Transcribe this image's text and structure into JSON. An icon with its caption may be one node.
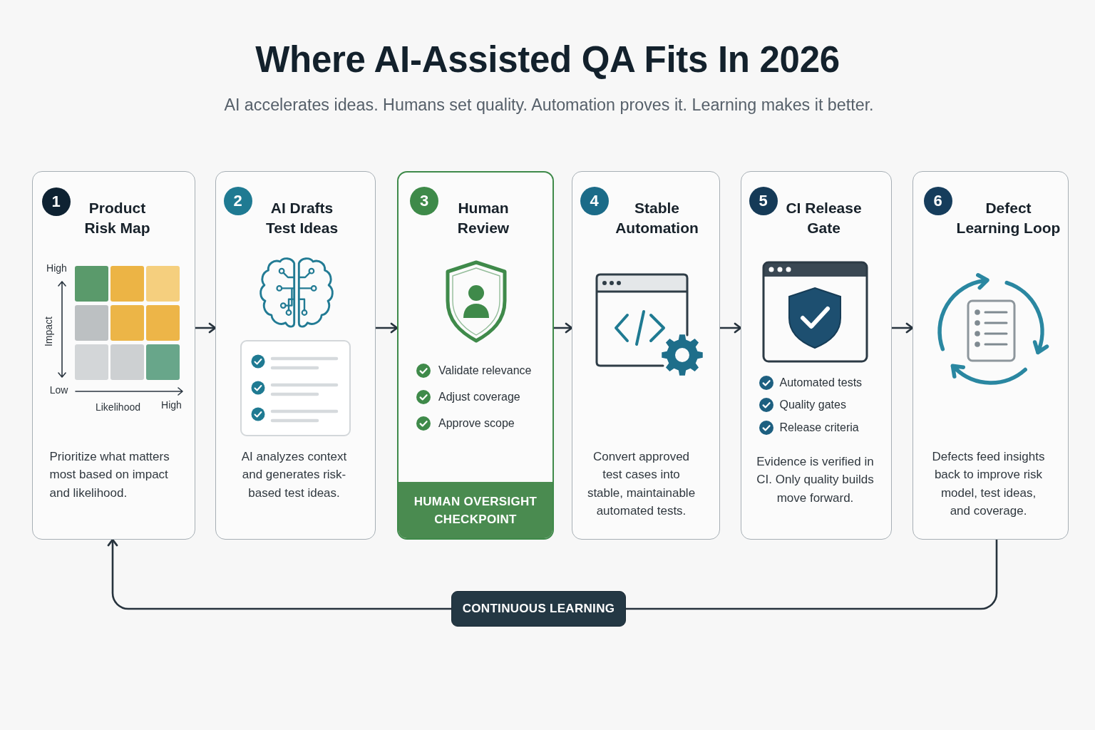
{
  "diagram": {
    "title": "Where AI-Assisted QA Fits In 2026",
    "nodes": [
      {
        "text": [
          "Product Risk Map",
          "High",
          "Impact",
          "Low",
          "Likelihood",
          "High",
          "Prioritize what matters most based on impact and likelihood."
        ]
      },
      {
        "text": [
          "1"
        ],
        "in": 0
      },
      {
        "text": [
          "AI Drafts Test Ideas",
          "AI analyzes context and generates risk-based test ideas."
        ]
      },
      {
        "text": [
          "2"
        ],
        "in": 2
      },
      {
        "text": [
          "Human Review",
          "Validate relevance",
          "Adjust coverage",
          "Approve scope"
        ]
      },
      {
        "text": [
          "3"
        ],
        "in": 4
      },
      {
        "text": [
          "HUMAN OVERSIGHT CHECKPOINT"
        ],
        "in": 4
      },
      {
        "text": [
          "Stable Automation",
          "Convert approved test cases into stable, maintainable automated tests."
        ]
      },
      {
        "text": [
          "4"
        ],
        "in": 7
      },
      {
        "text": [
          "CI Release Gate",
          "Automated tests",
          "Quality gates",
          "Release criteria",
          "Evidence is verified in CI. Only quality builds move forward."
        ]
      },
      {
        "text": [
          "5"
        ],
        "in": 9
      },
      {
        "text": [
          "Defect Learning Loop",
          "Defects feed insights back to improve risk model, test ideas, and coverage."
        ]
      },
      {
        "text": [
          "6"
        ],
        "in": 11
      },
      {
        "text": [
          "CONTINUOUS LEARNING"
        ]
      }
    ],
    "edges": [
      {
        "from": 0,
        "to": 2,
        "arrow": "to"
      },
      {
        "from": 2,
        "to": 4,
        "arrow": "to"
      },
      {
        "from": 4,
        "to": 7,
        "arrow": "to"
      },
      {
        "from": 7,
        "to": 9,
        "arrow": "to"
      },
      {
        "from": 9,
        "to": 11,
        "arrow": "to"
      },
      {
        "from": 11,
        "to": 13,
        "arrow": "none"
      },
      {
        "from": 13,
        "to": 0,
        "arrow": "to"
      }
    ],
    "labels": [
      "AI accelerates ideas. Humans set quality. Automation proves it. Learning makes it better."
    ]
  }
}
